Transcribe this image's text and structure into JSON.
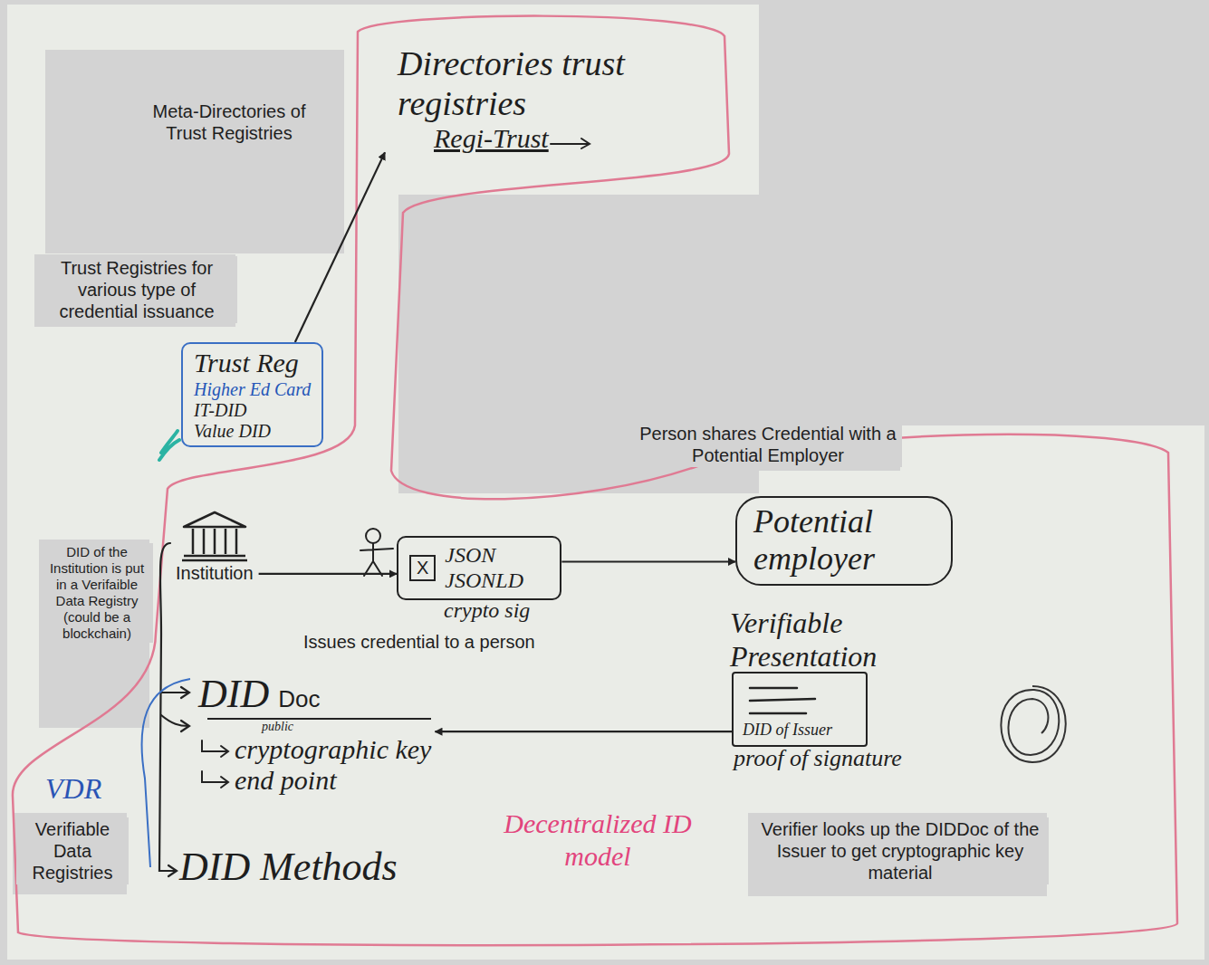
{
  "diagram": {
    "nodes": [
      {
        "text": [
          "Directories trust registries",
          "Regi-Trust"
        ]
      },
      {
        "text": [
          "Trust Reg",
          "Higher Ed Card",
          "IT-DID",
          "Value DID"
        ]
      },
      {
        "text": [
          "Institution"
        ]
      },
      {
        "text": [
          "JSON JSONLD",
          "crypto sig"
        ]
      },
      {
        "text": [
          "X"
        ],
        "in": 3
      },
      {
        "text": [
          "Potential employer"
        ]
      },
      {
        "text": [
          "Verifiable Presentation",
          "DID of Issuer",
          "proof of signature"
        ]
      },
      {
        "text": [
          "DID",
          "Doc",
          "public",
          "cryptographic key",
          "end point"
        ]
      }
    ],
    "edges": [
      {
        "from": 1,
        "to": 0,
        "arrow": "to"
      },
      {
        "from": 2,
        "to": 3,
        "arrow": "to"
      },
      {
        "from": 3,
        "to": 5,
        "arrow": "to"
      },
      {
        "from": 6,
        "to": 7,
        "arrow": "to"
      }
    ],
    "labels": [
      "Meta-Directories of Trust Registries",
      "Trust Registries for various type of credential issuance",
      "DID of the Institution is put in a Verifaible Data Registry (could be a blockchain)",
      "Issues credential to a person",
      "Person shares Credential with a Potential Employer",
      "Verifier looks up the DIDDoc of the Issuer to get cryptographic key material",
      "Verifiable Data Registries",
      "VDR",
      "DID Methods",
      "Decentralized ID model"
    ]
  }
}
